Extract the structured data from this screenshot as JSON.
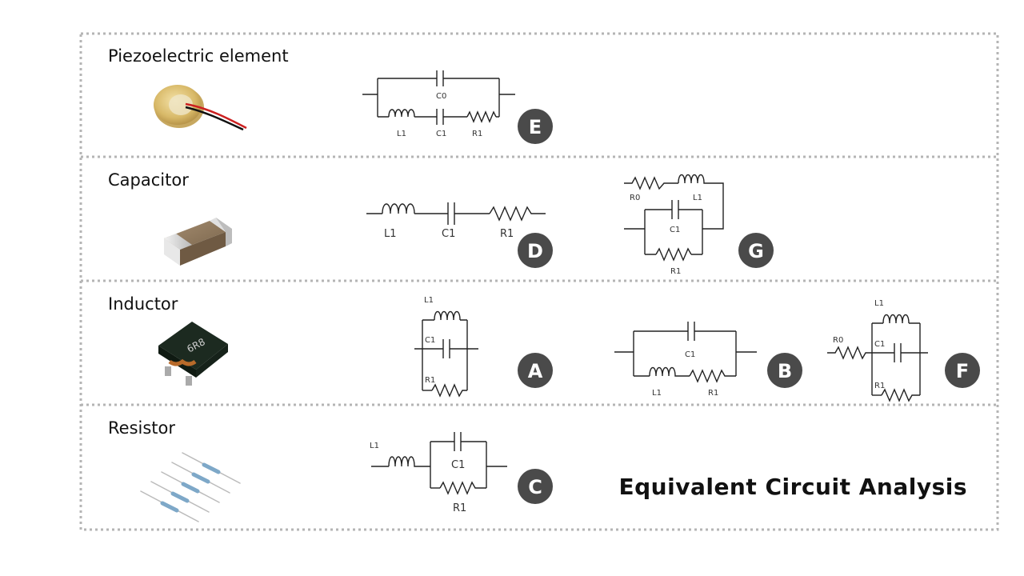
{
  "title": "Equivalent Circuit Analysis",
  "rows": [
    {
      "label": "Piezoelectric element"
    },
    {
      "label": "Capacitor"
    },
    {
      "label": "Inductor"
    },
    {
      "label": "Resistor"
    }
  ],
  "badges": [
    "A",
    "B",
    "C",
    "D",
    "E",
    "F",
    "G"
  ],
  "circuits": {
    "E": {
      "labels": [
        "C0",
        "L1",
        "C1",
        "R1"
      ]
    },
    "D": {
      "labels": [
        "L1",
        "C1",
        "R1"
      ]
    },
    "G": {
      "labels": [
        "R0",
        "L1",
        "C1",
        "R1"
      ]
    },
    "A": {
      "labels": [
        "L1",
        "C1",
        "R1"
      ]
    },
    "B": {
      "labels": [
        "C1",
        "L1",
        "R1"
      ]
    },
    "F": {
      "labels": [
        "L1",
        "R0",
        "C1",
        "R1"
      ]
    },
    "C": {
      "labels": [
        "L1",
        "C1",
        "R1"
      ]
    }
  },
  "inductor_marking": "6R8",
  "colors": {
    "badge": "#4a4a4a",
    "border": "#b5b5b5"
  }
}
